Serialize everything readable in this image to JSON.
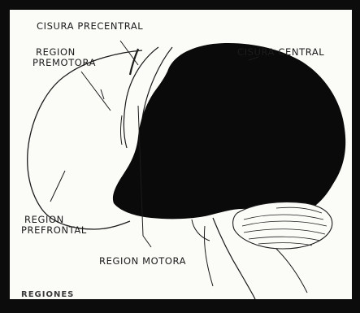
{
  "labels": {
    "cisura_precentral": "CISURA PRECENTRAL",
    "cisura_central": "CISURA CENTRAL",
    "region_premotora_line1": "REGION",
    "region_premotora_line2": "PREMOTORA",
    "region_prefrontal_line1": "REGION",
    "region_prefrontal_line2": "PREFRONTAL",
    "region_motora": "REGION MOTORA",
    "bottom_caption": "REGIONES"
  },
  "colors": {
    "paper": "#fbfbf8",
    "ink": "#1c1c1c",
    "shaded_region": "#0a0a0a",
    "frame": "#0c0c0c"
  }
}
